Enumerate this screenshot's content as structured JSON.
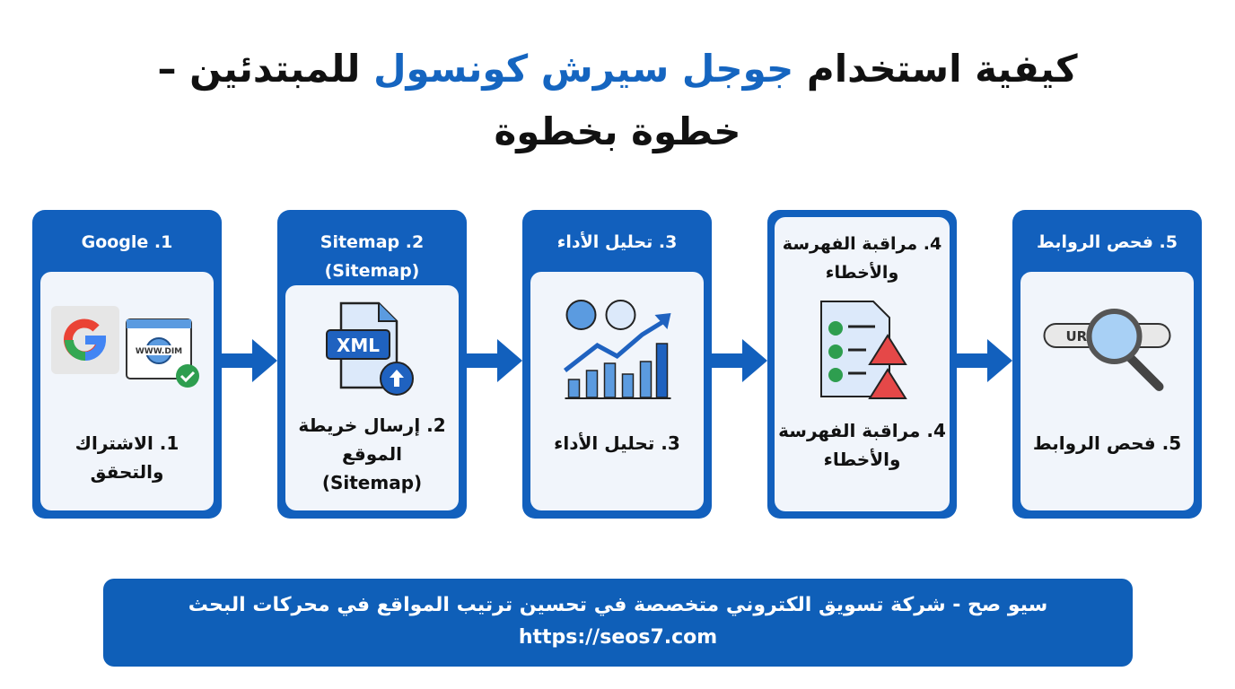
{
  "title": {
    "part1": "كيفية استخدام",
    "highlight": "جوجل سيرش كونسول",
    "part2": "للمبتدئين –",
    "line2": "خطوة بخطوة"
  },
  "steps": [
    {
      "header": "Google .1",
      "label": "1. الاشتراك والتحقق",
      "icon": "google-verify-icon",
      "icon_text": "WWW.DIM"
    },
    {
      "header": "Sitemap .2 (Sitemap)",
      "label": "2. إرسال خريطة الموقع (Sitemap)",
      "icon": "xml-upload-icon",
      "icon_text": "XML"
    },
    {
      "header": "3. تحليل الأداء",
      "label": "3. تحليل الأداء",
      "icon": "analytics-chart-icon"
    },
    {
      "header": "4. مراقبة الفهرسة والأخطاء",
      "label": "4. مراقبة الفهرسة والأخطاء",
      "icon": "checklist-warning-icon"
    },
    {
      "header": "5. فحص الروابط",
      "label": "5. فحص الروابط",
      "icon": "url-inspect-icon",
      "icon_text": "URL"
    }
  ],
  "footer": {
    "text": "سيو صح - شركة تسويق الكتروني متخصصة في تحسين ترتيب المواقع في محركات البحث",
    "url": "https://seos7.com"
  },
  "colors": {
    "primary": "#1260bd",
    "highlight": "#1565c0",
    "panel": "#f1f5fb"
  }
}
